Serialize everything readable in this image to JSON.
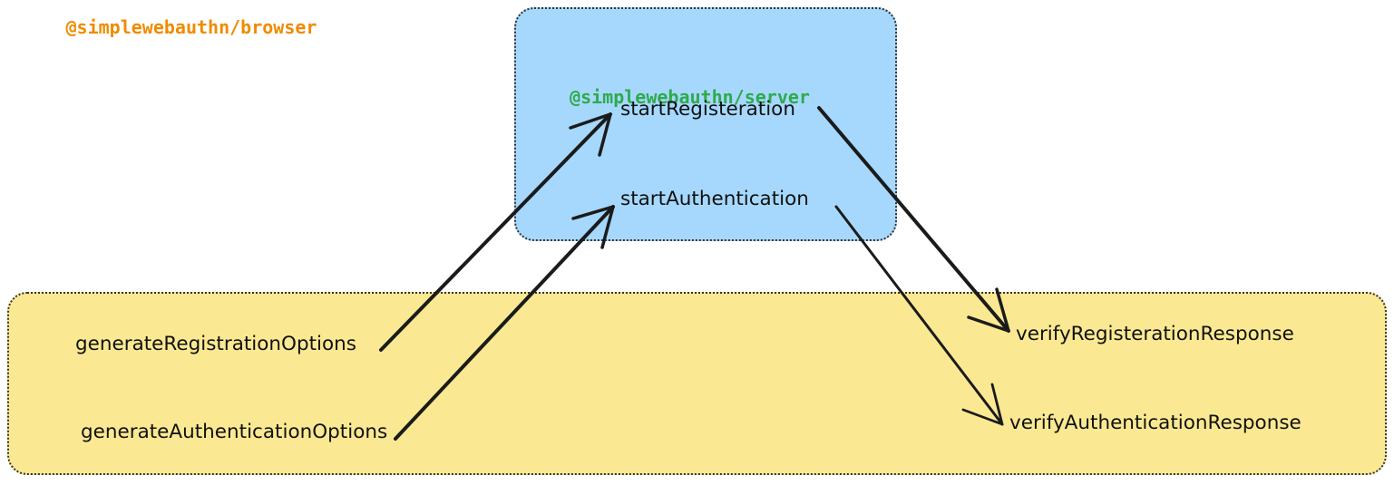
{
  "diagram": {
    "title_browser": "@simplewebauthn/browser",
    "title_server": "@simplewebauthn/server",
    "colors": {
      "browser_fill": "#a6d8fd",
      "server_fill": "#fae992",
      "browser_title": "#ef8b00",
      "server_title": "#2faa4c",
      "border": "#333333",
      "edge": "#1b1b1b",
      "node_text": "#111111",
      "background": "#ffffff"
    },
    "clusters": [
      {
        "id": "browser",
        "label": "@simplewebauthn/browser",
        "nodes": [
          "startRegisteration",
          "startAuthentication"
        ]
      },
      {
        "id": "server",
        "label": "@simplewebauthn/server",
        "nodes": [
          "generateRegistrationOptions",
          "generateAuthenticationOptions",
          "verifyRegisterationResponse",
          "verifyAuthenticationResponse"
        ]
      }
    ],
    "nodes": {
      "start_registration": "startRegisteration",
      "start_authentication": "startAuthentication",
      "generate_registration_options": "generateRegistrationOptions",
      "generate_authentication_options": "generateAuthenticationOptions",
      "verify_registration_response": "verifyRegisterationResponse",
      "verify_authentication_response": "verifyAuthenticationResponse"
    },
    "edges": [
      {
        "from": "generateRegistrationOptions",
        "to": "startRegisteration"
      },
      {
        "from": "generateAuthenticationOptions",
        "to": "startAuthentication"
      },
      {
        "from": "startRegisteration",
        "to": "verifyRegisterationResponse"
      },
      {
        "from": "startAuthentication",
        "to": "verifyAuthenticationResponse"
      }
    ]
  }
}
